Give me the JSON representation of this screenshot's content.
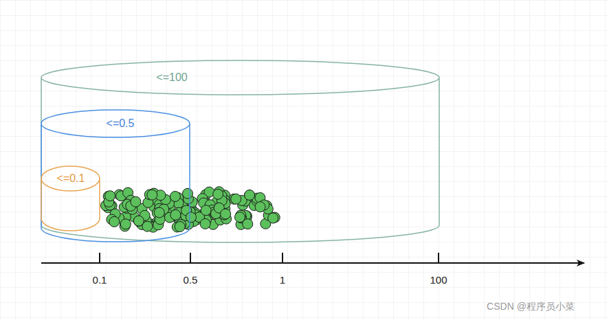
{
  "diagram": {
    "nodes": [
      {
        "text": [
          "<=100"
        ]
      },
      {
        "text": [
          "<=0.5"
        ],
        "in": 0
      },
      {
        "text": [
          "<=0.1"
        ],
        "in": 1
      }
    ],
    "labels": [
      "0.1",
      "0.5",
      "1",
      "100",
      "CSDN @程序员小菜"
    ]
  }
}
